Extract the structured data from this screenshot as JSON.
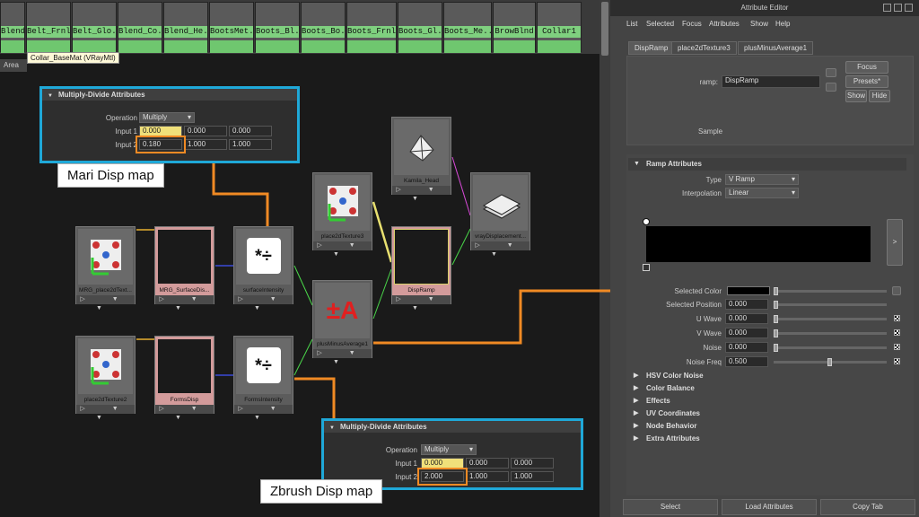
{
  "header_nodes": [
    "Blend",
    "Belt_Frnl",
    "Belt_Glo...",
    "Blend_Co...",
    "Blend_He...",
    "BootsMet...",
    "Boots_Bl...",
    "Boots_Bo...",
    "Boots_Frnl",
    "Boots_Gl...",
    "Boots_Me...",
    "BrowBlnd",
    "Collar1"
  ],
  "tooltip": "Collar_BaseMat (VRayMtl)",
  "area_tab": "Area",
  "nodes": {
    "mrg_place2d": "MRG_place2dText...",
    "mrg_surface": "MRG_SurfaceDis...",
    "surface_intensity": "surfaceIntensity",
    "place2d_2": "place2dTexture2",
    "forms_disp": "FormsDisp",
    "forms_intensity": "FormsIntensity",
    "place2d_3": "place2dTexture3",
    "kamila_head": "Kamila_Head",
    "disp_ramp": "DispRamp",
    "vray_disp": "vrayDisplacement...",
    "plus_minus": "plusMinusAverage1",
    "muldiv_glyph": "*÷",
    "pm_glyph": "±A",
    "ctl": "▷ ▼ ▼"
  },
  "callout_top": {
    "header": "Multiply-Divide Attributes",
    "operation_label": "Operation",
    "operation_value": "Multiply",
    "input1_label": "Input 1",
    "input2_label": "Input 2",
    "input1": [
      "0.000",
      "0.000",
      "0.000"
    ],
    "input2": [
      "0.180",
      "1.000",
      "1.000"
    ],
    "caption": "Mari Disp map"
  },
  "callout_bottom": {
    "header": "Multiply-Divide Attributes",
    "operation_label": "Operation",
    "operation_value": "Multiply",
    "input1_label": "Input 1",
    "input2_label": "Input 2",
    "input1": [
      "0.000",
      "0.000",
      "0.000"
    ],
    "input2": [
      "2.000",
      "1.000",
      "1.000"
    ],
    "caption": "Zbrush Disp map"
  },
  "attr_editor": {
    "title": "Attribute Editor",
    "menu": [
      "List",
      "Selected",
      "Focus",
      "Attributes",
      "Show",
      "Help"
    ],
    "tabs": [
      "DispRamp",
      "place2dTexture3",
      "plusMinusAverage1"
    ],
    "ramp_label": "ramp:",
    "ramp_value": "DispRamp",
    "focus": "Focus",
    "presets": "Presets*",
    "show": "Show",
    "hide": "Hide",
    "sample": "Sample",
    "ramp_section": "Ramp Attributes",
    "type_label": "Type",
    "type_value": "V Ramp",
    "interp_label": "Interpolation",
    "interp_value": "Linear",
    "ramp_arrow": ">",
    "selected_color": "Selected Color",
    "selected_position": "Selected Position",
    "selected_position_value": "0.000",
    "u_wave": "U Wave",
    "u_wave_value": "0.000",
    "v_wave": "V Wave",
    "v_wave_value": "0.000",
    "noise": "Noise",
    "noise_value": "0.000",
    "noise_freq": "Noise Freq",
    "noise_freq_value": "0.500",
    "sections": [
      "HSV Color Noise",
      "Color Balance",
      "Effects",
      "UV Coordinates",
      "Node Behavior",
      "Extra Attributes"
    ],
    "buttons": [
      "Select",
      "Load Attributes",
      "Copy Tab"
    ]
  },
  "colors": {
    "callout_border": "#1fa8d8",
    "highlight": "#f08a24",
    "header_green": "#7fd07f"
  }
}
